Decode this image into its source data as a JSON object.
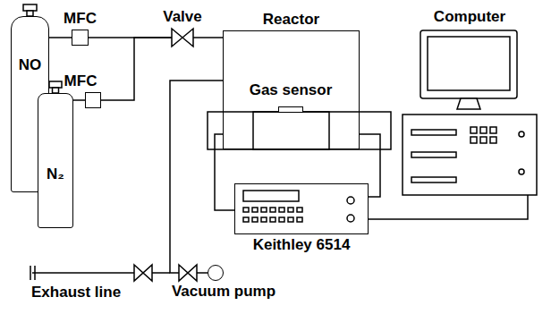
{
  "diagram": {
    "nodes": [
      {
        "text": [
          "NO"
        ]
      },
      {
        "text": [
          "N₂"
        ]
      },
      {
        "text": [
          "MFC"
        ]
      },
      {
        "text": [
          "MFC"
        ]
      },
      {
        "text": [
          "Valve"
        ]
      },
      {
        "text": [
          "Reactor"
        ]
      },
      {
        "text": [
          "Gas sensor"
        ],
        "in": 5
      },
      {
        "text": [
          "Computer"
        ]
      },
      {
        "text": [
          "Keithley 6514"
        ]
      },
      {
        "text": [
          "Vacuum pump"
        ]
      }
    ],
    "edges": [
      {
        "from": 0,
        "to": 2,
        "arrow": "none"
      },
      {
        "from": 1,
        "to": 3,
        "arrow": "none"
      },
      {
        "from": 2,
        "to": 4,
        "arrow": "none"
      },
      {
        "from": 3,
        "to": 4,
        "arrow": "none"
      },
      {
        "from": 4,
        "to": 5,
        "arrow": "none"
      },
      {
        "from": 5,
        "to": 8,
        "arrow": "none"
      },
      {
        "from": 5,
        "to": 8,
        "arrow": "none"
      },
      {
        "from": 8,
        "to": 7,
        "arrow": "none"
      },
      {
        "from": 5,
        "to": 9,
        "arrow": "none"
      }
    ],
    "labels": [
      "Exhaust line"
    ]
  }
}
